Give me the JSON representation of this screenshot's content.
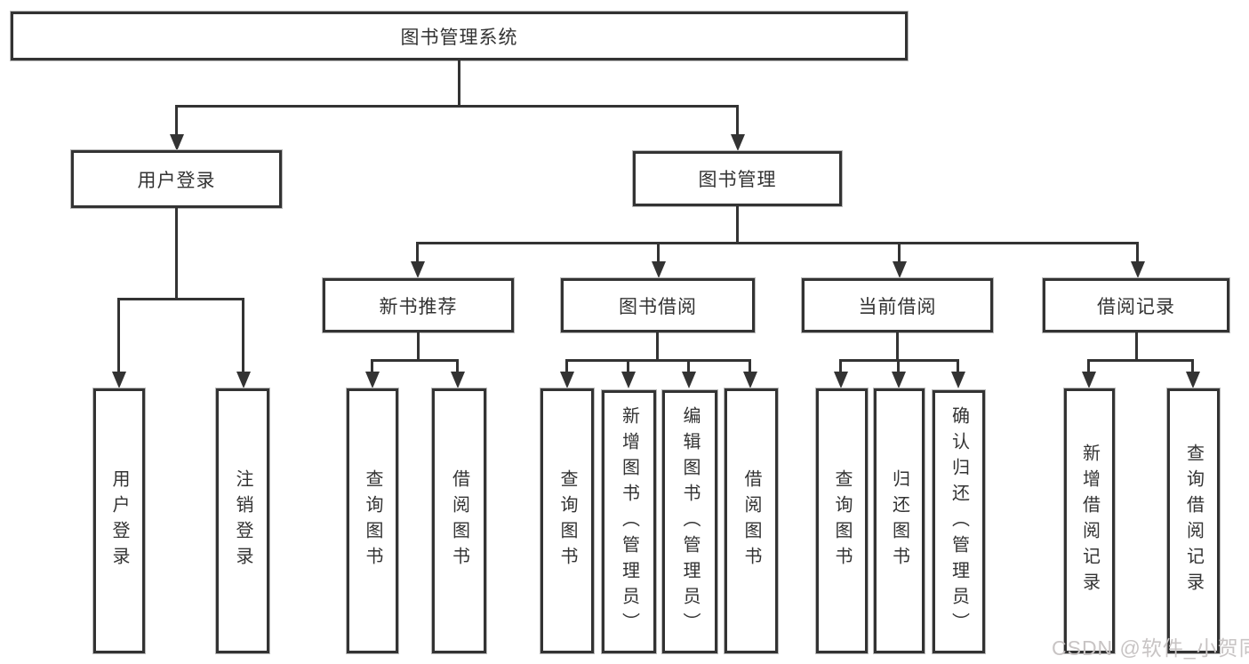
{
  "tree": {
    "label": "图书管理系统",
    "children": [
      {
        "label": "用户登录",
        "children": [
          {
            "label": "用户登录"
          },
          {
            "label": "注销登录"
          }
        ]
      },
      {
        "label": "图书管理",
        "children": [
          {
            "label": "新书推荐",
            "children": [
              {
                "label": "查询图书"
              },
              {
                "label": "借阅图书"
              }
            ]
          },
          {
            "label": "图书借阅",
            "children": [
              {
                "label": "查询图书"
              },
              {
                "label": "新增图书（管理员）"
              },
              {
                "label": "编辑图书（管理员）"
              },
              {
                "label": "借阅图书"
              }
            ]
          },
          {
            "label": "当前借阅",
            "children": [
              {
                "label": "查询图书"
              },
              {
                "label": "归还图书"
              },
              {
                "label": "确认归还（管理员）"
              }
            ]
          },
          {
            "label": "借阅记录",
            "children": [
              {
                "label": "新增借阅记录"
              },
              {
                "label": "查询借阅记录"
              }
            ]
          }
        ]
      }
    ]
  },
  "watermark": {
    "text": "CSDN @软件_小贺同学"
  },
  "colors": {
    "line": "#333333",
    "background": "#ffffff",
    "watermark": "#c8c4c4"
  }
}
